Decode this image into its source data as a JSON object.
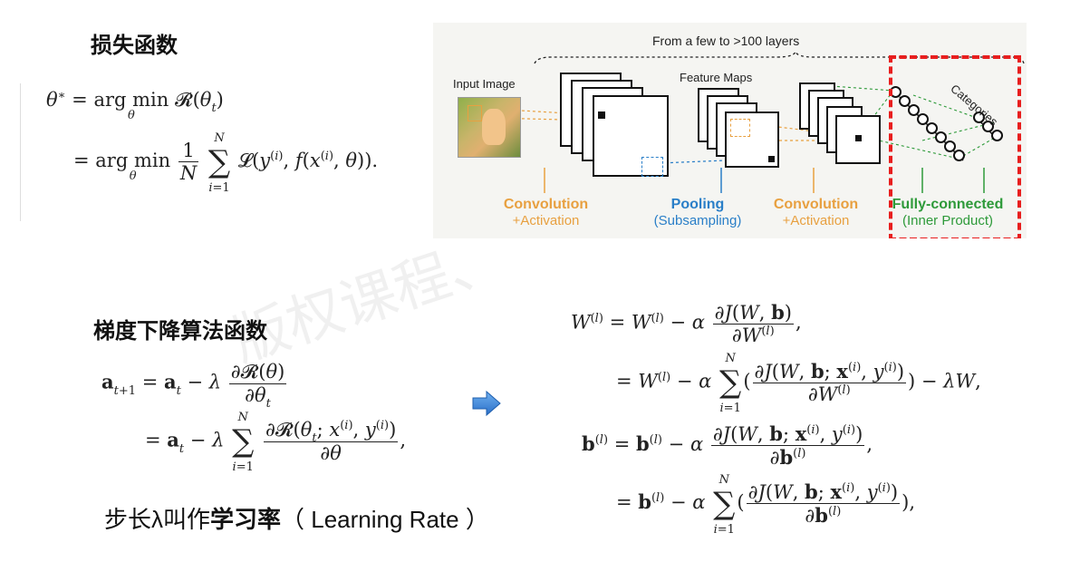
{
  "headings": {
    "loss": "损失函数",
    "gd": "梯度下降算法函数"
  },
  "loss_equation": {
    "line1": "θ* = arg min_θ R(θ_t)",
    "line2": "= arg min_θ (1/N) Σ_{i=1}^{N} L(y^(i), f(x^(i), θ))."
  },
  "gd_equation": {
    "line1": "a_{t+1} = a_t − λ ∂R(θ)/∂θ_t",
    "line2": "= a_t − λ Σ_{i=1}^{N} ∂R(θ_t; x^(i), y^(i))/∂θ,"
  },
  "update_equations": {
    "line1": "W^(l) = W^(l) − α ∂J(W,b)/∂W^(l),",
    "line2": "= W^(l) − α Σ_{i=1}^{N} (∂J(W,b; x^(i), y^(i))/∂W^(l)) − λW,",
    "line3": "b^(l) = b^(l) − α ∂J(W,b; x^(i), y^(i))/∂b^(l),",
    "line4": "= b^(l) − α Σ_{i=1}^{N} (∂J(W,b; x^(i), y^(i))/∂b^(l)),"
  },
  "learning_rate": {
    "prefix": "步长λ叫作",
    "bold": "学习率",
    "suffix": "（ Learning Rate ）"
  },
  "cnn_figure": {
    "top_label": "From a few to >100 layers",
    "input_label": "Input Image",
    "feature_maps_label": "Feature Maps",
    "categories_label": "Categories",
    "stages": [
      {
        "title": "Convolution",
        "subtitle": "+Activation",
        "color": "#e8a040"
      },
      {
        "title": "Pooling",
        "subtitle": "(Subsampling)",
        "color": "#2a7fc8"
      },
      {
        "title": "Convolution",
        "subtitle": "+Activation",
        "color": "#e8a040"
      },
      {
        "title": "Fully-connected",
        "subtitle": "(Inner Product)",
        "color": "#2e9a3a"
      }
    ],
    "highlight_color": "#e81e1e"
  },
  "arrow_icon": "right-arrow-icon",
  "watermark": "版权课程、"
}
